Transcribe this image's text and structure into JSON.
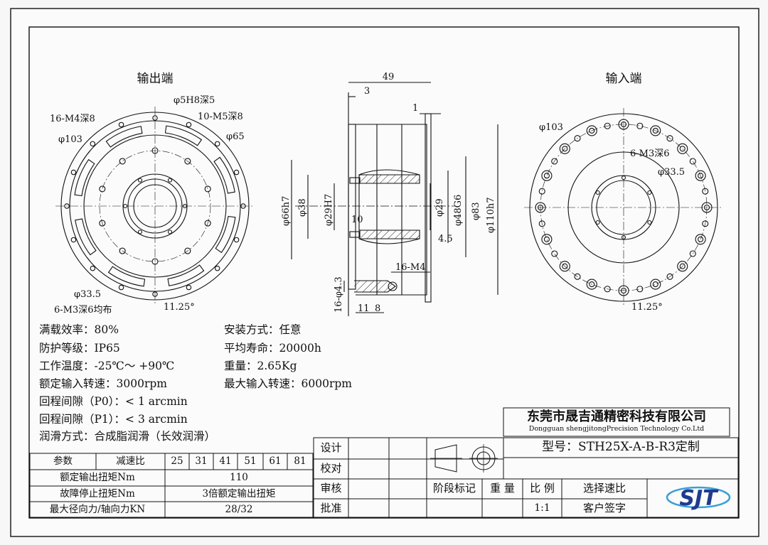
{
  "views": {
    "output_title": "输出端",
    "input_title": "输入端"
  },
  "dims": {
    "out_h8": "φ5H8深5",
    "out_m4": "16-M4深8",
    "out_m5": "10-M5深8",
    "out_103": "φ103",
    "out_65": "φ65",
    "out_335": "φ33.5",
    "out_m3": "6-M3深6均布",
    "out_angle": "11.25°",
    "sec_49": "49",
    "sec_3": "3",
    "sec_1": "1",
    "sec_66": "φ66h7",
    "sec_38": "φ38",
    "sec_29h7": "φ29H7",
    "sec_10": "10",
    "sec_29": "φ29",
    "sec_48": "φ48G6",
    "sec_83": "φ83",
    "sec_110": "φ110h7",
    "sec_45": "4.5",
    "sec_m4": "16-M4",
    "sec_43": "16-φ4.3",
    "sec_11": "11",
    "sec_8": "8",
    "in_103": "φ103",
    "in_m3": "6-M3深6",
    "in_335": "φ33.5",
    "in_angle": "11.25°"
  },
  "specs": [
    {
      "label": "满载效率：",
      "value": "80%"
    },
    {
      "label": "防护等级：",
      "value": "IP65"
    },
    {
      "label": "工作温度：",
      "value": "-25℃～ +90℃"
    },
    {
      "label": "额定输入转速：",
      "value": "3000rpm"
    },
    {
      "label": "回程间隙（P0）：",
      "value": "< 1 arcmin"
    },
    {
      "label": "回程间隙（P1）：",
      "value": "< 3 arcmin"
    },
    {
      "label": "润滑方式：",
      "value": "合成脂润滑（长效润滑）"
    }
  ],
  "specs_right": [
    {
      "label": "安装方式：",
      "value": "任意"
    },
    {
      "label": "平均寿命：",
      "value": "20000h"
    },
    {
      "label": "重量：",
      "value": "2.65Kg"
    },
    {
      "label": "最大输入转速：",
      "value": "6000rpm"
    }
  ],
  "param_table": {
    "header_param": "参数",
    "header_ratio": "减速比",
    "ratios": [
      "25",
      "31",
      "41",
      "51",
      "61",
      "81"
    ],
    "rows": [
      {
        "name": "额定输出扭矩Nm",
        "value": "110"
      },
      {
        "name": "故障停止扭矩Nm",
        "value": "3倍额定输出扭矩"
      },
      {
        "name": "最大径向力/轴向力KN",
        "value": "28/32"
      }
    ]
  },
  "title_block": {
    "company_cn": "东莞市晟吉通精密科技有限公司",
    "company_en": "Dongguan shengjitongPrecision Technology Co.Ltd",
    "model": "型号：STH25X-A-B-R3定制",
    "design": "设计",
    "check": "校对",
    "review": "审核",
    "approve": "批准",
    "stage_mark": "阶段标记",
    "weight": "重 量",
    "scale": "比 例",
    "scale_value": "1:1",
    "select_ratio": "选择速比",
    "customer_sign": "客户签字",
    "logo_text": "SJT"
  },
  "colors": {
    "line": "#111111",
    "logo_blue": "#1f3b8f",
    "logo_light": "#3aa0d8"
  }
}
